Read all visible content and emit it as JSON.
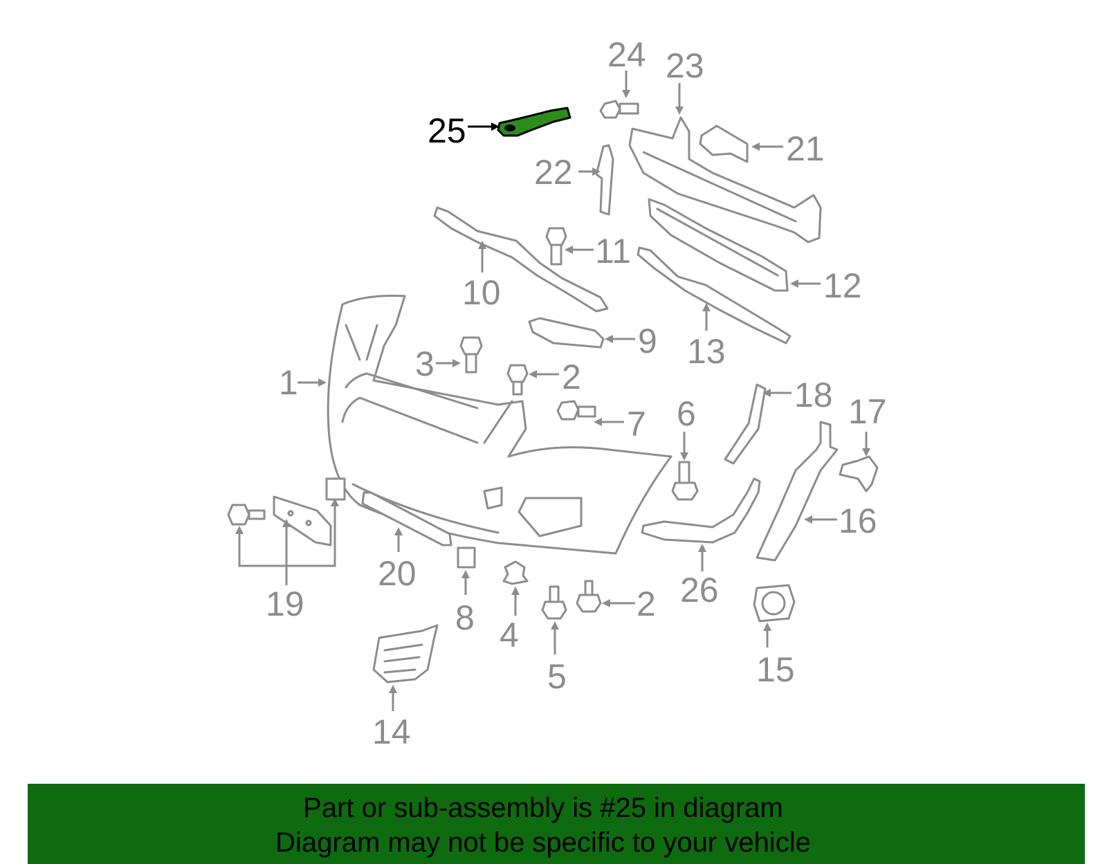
{
  "callouts": {
    "c1": "1",
    "c2a": "2",
    "c2b": "2",
    "c3": "3",
    "c4": "4",
    "c5": "5",
    "c6": "6",
    "c7": "7",
    "c8": "8",
    "c9": "9",
    "c10": "10",
    "c11": "11",
    "c12": "12",
    "c13": "13",
    "c14": "14",
    "c15": "15",
    "c16": "16",
    "c17": "17",
    "c18": "18",
    "c19": "19",
    "c20": "20",
    "c21": "21",
    "c22": "22",
    "c23": "23",
    "c24": "24",
    "c25": "25",
    "c26": "26"
  },
  "highlighted_part": "25",
  "colors": {
    "highlight_part": "#2e8b1e",
    "banner_background": "#0f6b0f",
    "line_art": "#8c8c8c"
  },
  "banner": {
    "line1": "Part or sub-assembly is #25 in diagram",
    "line2": "Diagram may not be specific to your vehicle"
  }
}
